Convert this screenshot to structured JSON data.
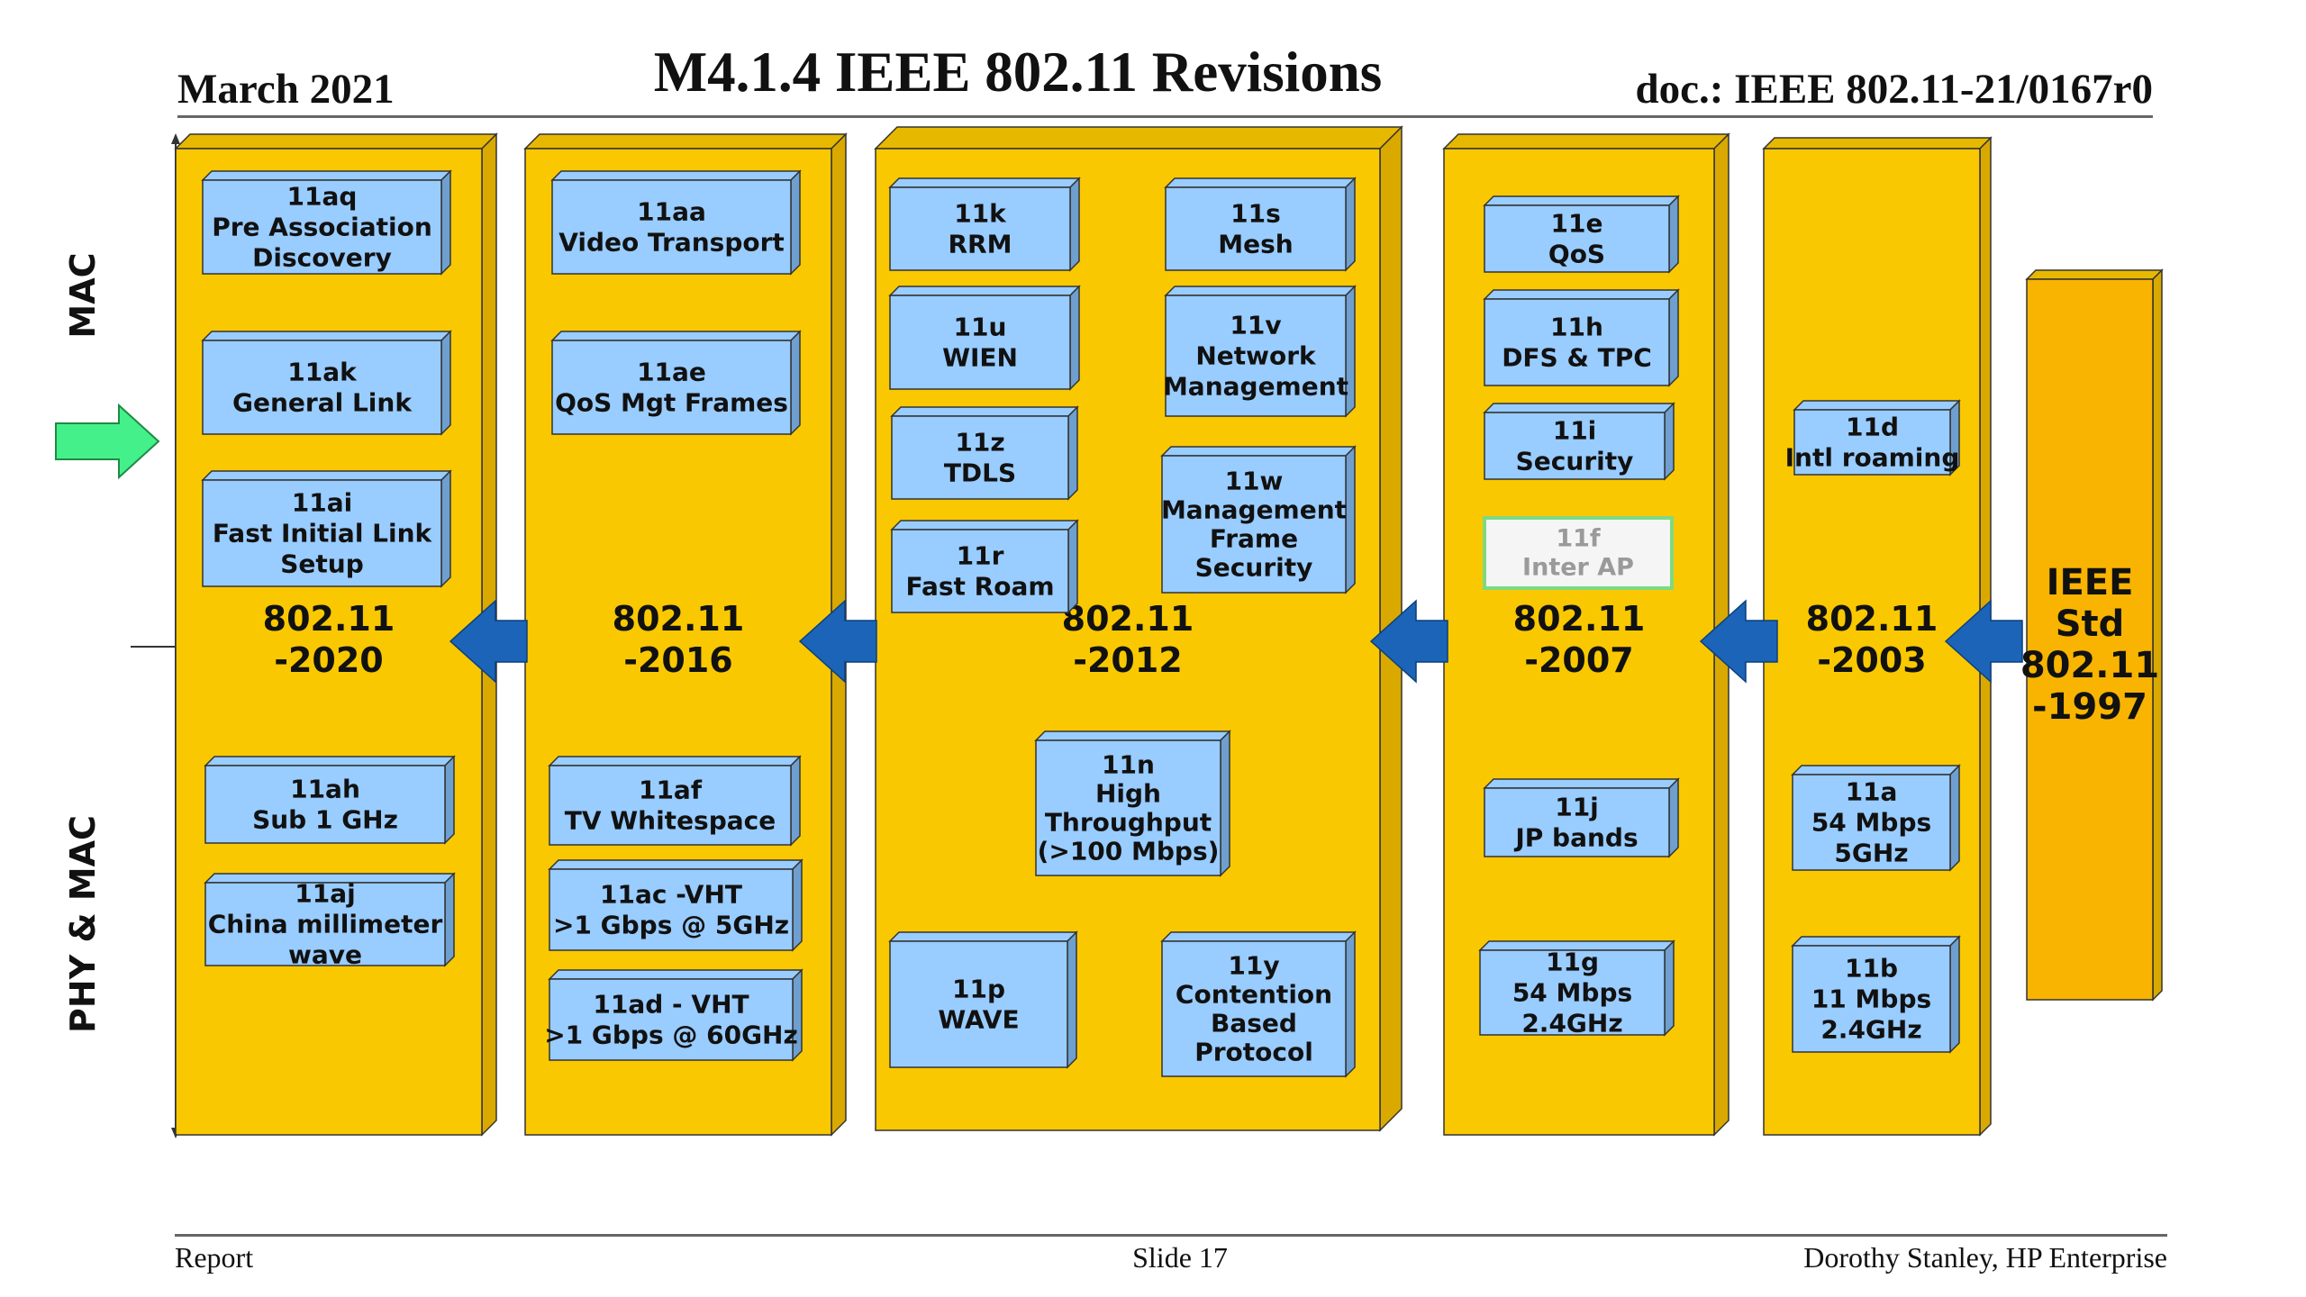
{
  "header": {
    "date": "March 2021",
    "title": "M4.1.4 IEEE 802.11 Revisions",
    "doc": "doc.: IEEE 802.11-21/0167r0"
  },
  "footer": {
    "left": "Report",
    "center": "Slide 17",
    "right": "Dorothy Stanley, HP Enterprise"
  },
  "axis_labels": {
    "mac": "MAC",
    "phy_mac": "PHY & MAC"
  },
  "colors": {
    "column": "#F9C800",
    "column_side": "#D9A900",
    "column_top": "#E7B800",
    "box": "#99CCFF",
    "box_side": "#6E9FCF",
    "box_faded": "#F5F5F5",
    "box_faded_border": "#7DDA82",
    "arrow_blue": "#1B64B8",
    "arrow_green": "#44F08A",
    "ieee_column": "#F8B400"
  },
  "columns": [
    {
      "id": "col-2020",
      "label": [
        "802.11",
        "-2020"
      ],
      "boxes": [
        {
          "lines": [
            "11aq",
            "Pre Association",
            "Discovery"
          ]
        },
        {
          "lines": [
            "11ak",
            "General Link"
          ]
        },
        {
          "lines": [
            "11ai",
            "Fast Initial Link",
            "Setup"
          ]
        },
        {
          "lines": [
            "11ah",
            "Sub 1 GHz"
          ]
        },
        {
          "lines": [
            "11aj",
            "China millimeter",
            "wave"
          ]
        }
      ]
    },
    {
      "id": "col-2016",
      "label": [
        "802.11",
        "-2016"
      ],
      "boxes": [
        {
          "lines": [
            "11aa",
            "Video Transport"
          ]
        },
        {
          "lines": [
            "11ae",
            "QoS Mgt Frames"
          ]
        },
        {
          "lines": [
            "11af",
            "TV Whitespace"
          ]
        },
        {
          "lines": [
            "11ac -VHT",
            ">1 Gbps @ 5GHz"
          ]
        },
        {
          "lines": [
            "11ad - VHT",
            ">1 Gbps @ 60GHz"
          ]
        }
      ]
    },
    {
      "id": "col-2012",
      "label": [
        "802.11",
        "-2012"
      ],
      "boxes": [
        {
          "lines": [
            "11k",
            "RRM"
          ]
        },
        {
          "lines": [
            "11s",
            "Mesh"
          ]
        },
        {
          "lines": [
            "11u",
            "WIEN"
          ]
        },
        {
          "lines": [
            "11v",
            "Network",
            "Management"
          ]
        },
        {
          "lines": [
            "11z",
            "TDLS"
          ]
        },
        {
          "lines": [
            "11w",
            "Management",
            "Frame",
            "Security"
          ]
        },
        {
          "lines": [
            "11r",
            "Fast Roam"
          ]
        },
        {
          "lines": [
            "11n",
            "High",
            "Throughput",
            "(>100 Mbps)"
          ]
        },
        {
          "lines": [
            "11p",
            "WAVE"
          ]
        },
        {
          "lines": [
            "11y",
            "Contention",
            "Based",
            "Protocol"
          ]
        }
      ]
    },
    {
      "id": "col-2007",
      "label": [
        "802.11",
        "-2007"
      ],
      "boxes": [
        {
          "lines": [
            "11e",
            "QoS"
          ]
        },
        {
          "lines": [
            "11h",
            "DFS & TPC"
          ]
        },
        {
          "lines": [
            "11i",
            "Security"
          ]
        },
        {
          "lines": [
            "11f",
            "Inter AP"
          ],
          "faded": true
        },
        {
          "lines": [
            "11j",
            "JP bands"
          ]
        },
        {
          "lines": [
            "11g",
            "54 Mbps",
            "2.4GHz"
          ]
        }
      ]
    },
    {
      "id": "col-2003",
      "label": [
        "802.11",
        "-2003"
      ],
      "boxes": [
        {
          "lines": [
            "11d",
            "Intl roaming"
          ]
        },
        {
          "lines": [
            "11a",
            "54 Mbps",
            "5GHz"
          ]
        },
        {
          "lines": [
            "11b",
            "11 Mbps",
            "2.4GHz"
          ]
        }
      ]
    }
  ],
  "ieee_std": {
    "lines": [
      "IEEE",
      "Std",
      "802.11",
      "-1997"
    ]
  }
}
